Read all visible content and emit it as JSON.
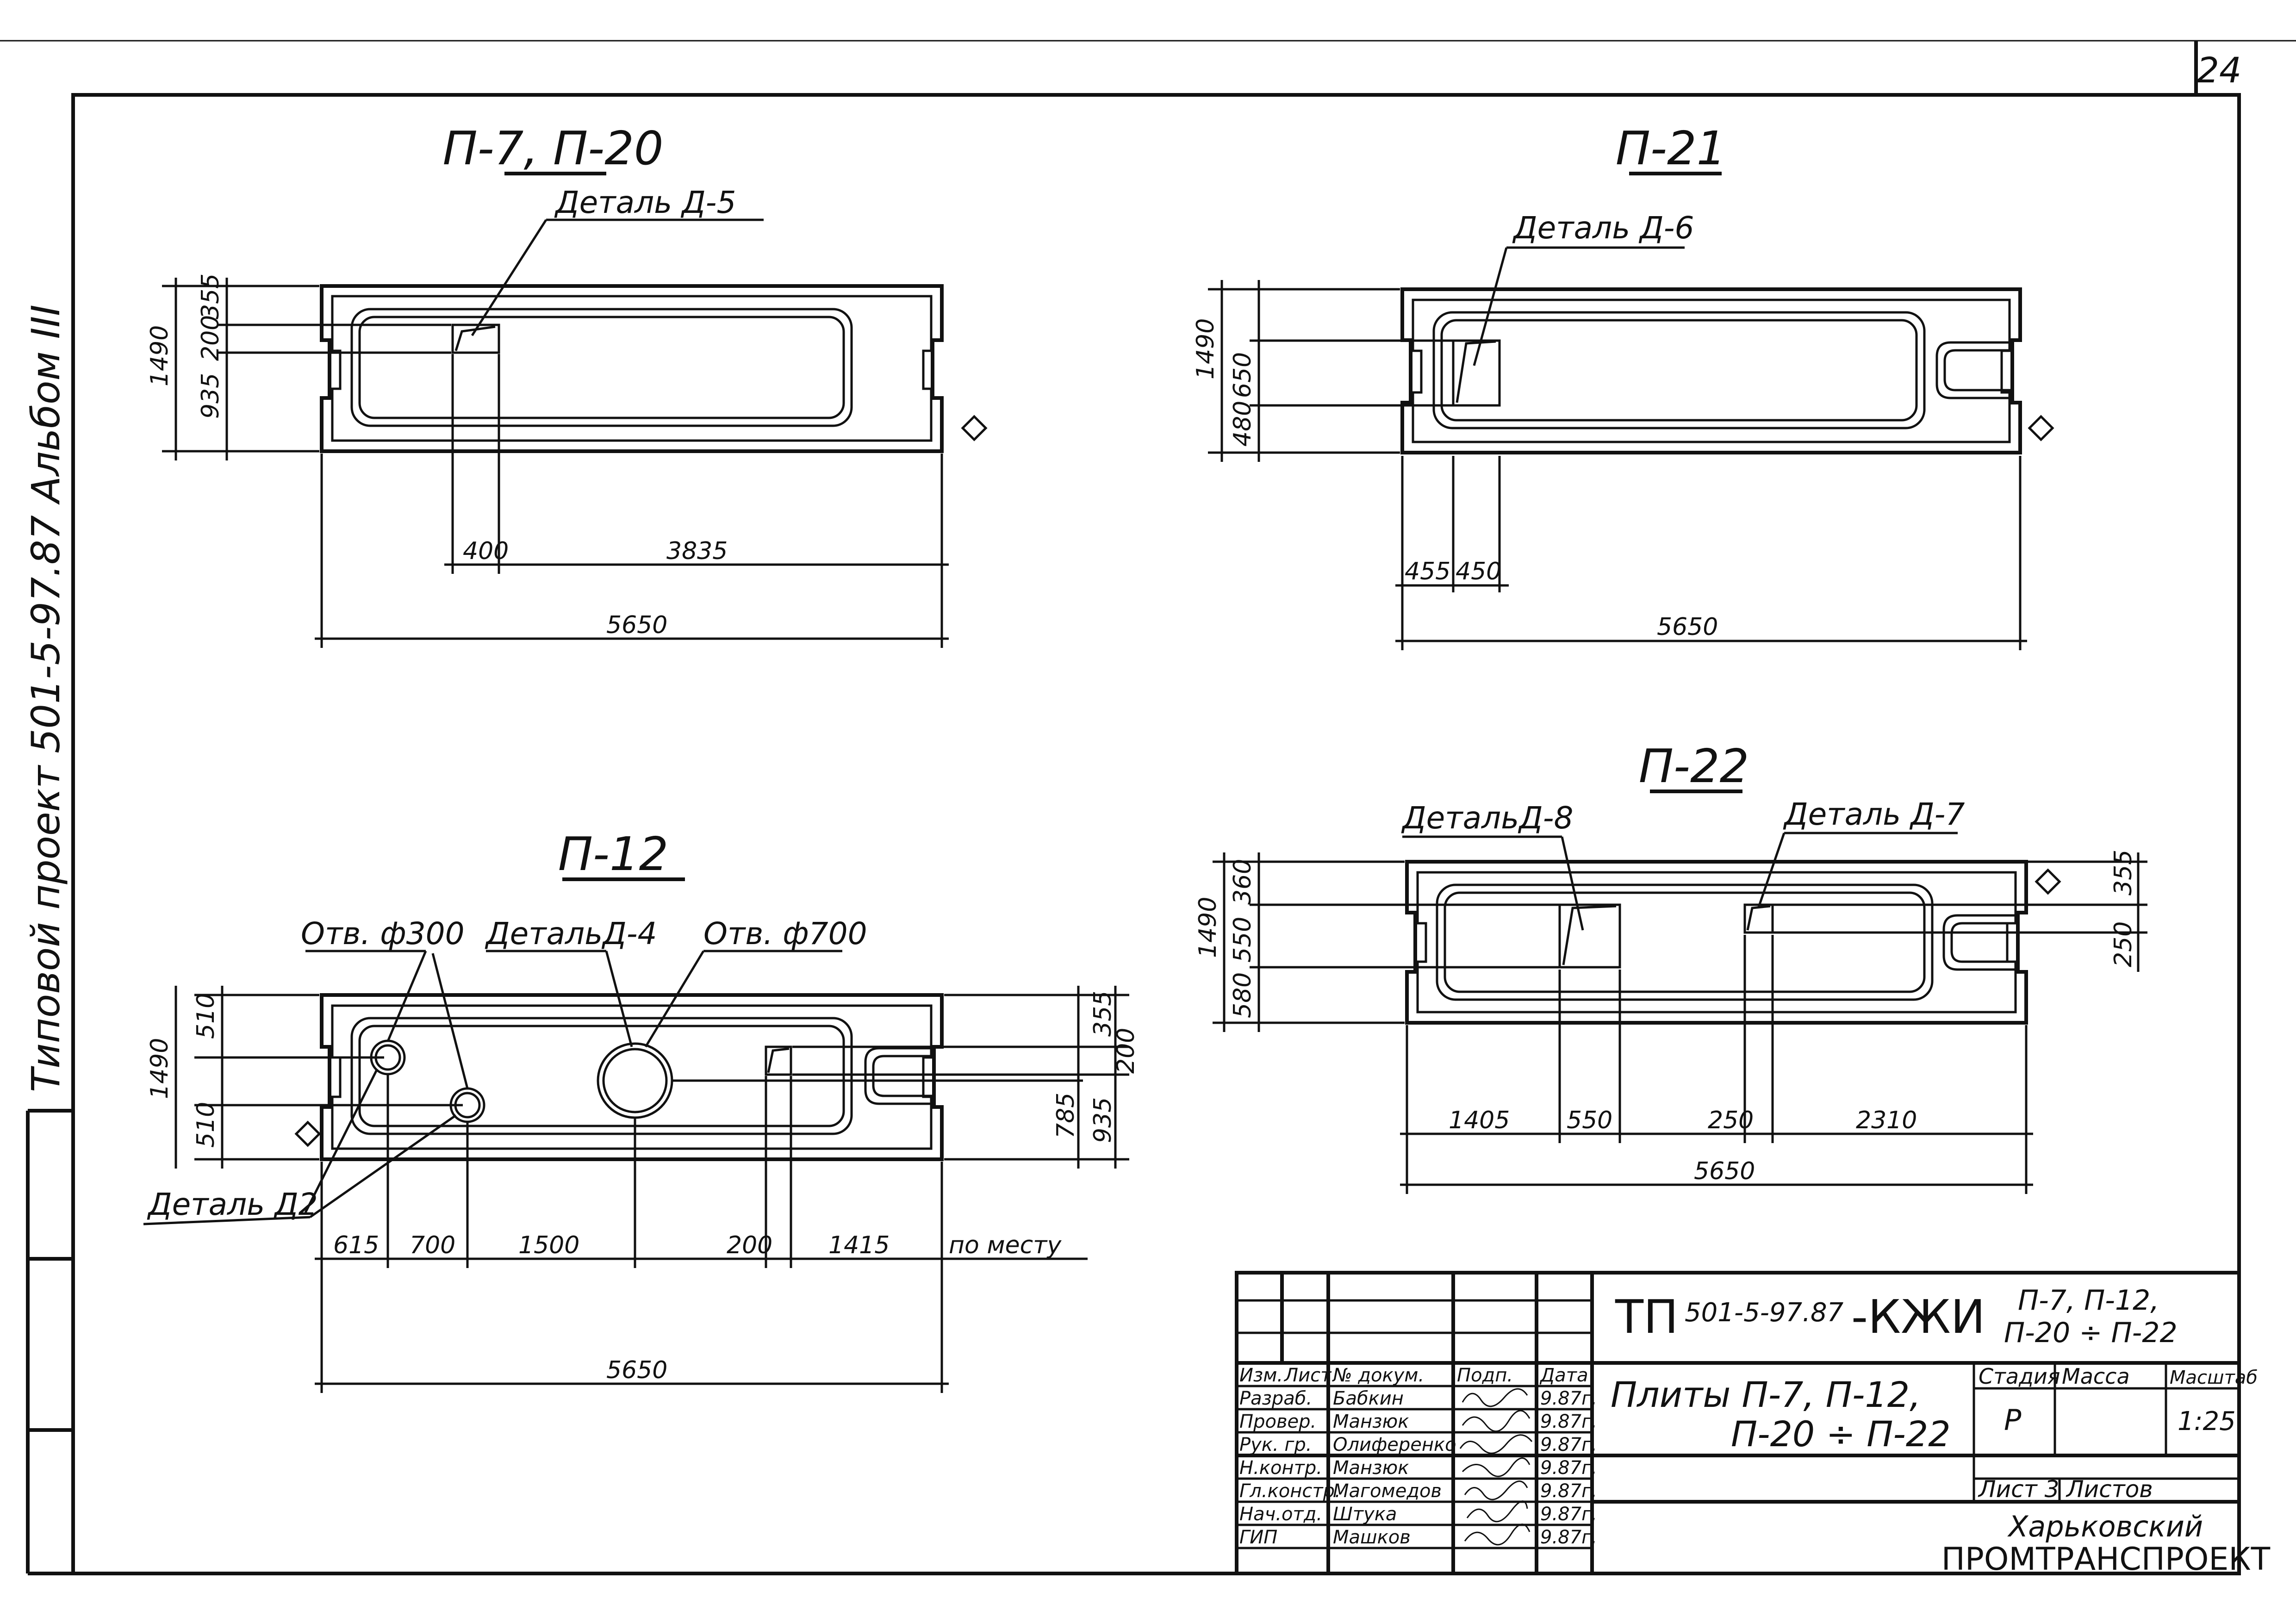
{
  "sheet": {
    "page_number": "24",
    "side_title": "Типовой проект 501-5-97.87 Альбом III"
  },
  "view_p7": {
    "title": "П-7, П-20",
    "callout": "Деталь Д-5",
    "dims_left": [
      "1490",
      "355",
      "200",
      "935"
    ],
    "dims_bottom": [
      "400",
      "3835",
      "5650"
    ]
  },
  "view_p21": {
    "title": "П-21",
    "callout": "Деталь Д-6",
    "dims_left": [
      "1490",
      "650",
      "480"
    ],
    "dims_bottom": [
      "455",
      "450",
      "5650"
    ]
  },
  "view_p12": {
    "title": "П-12",
    "callout_hole_small": "Отв. ф300",
    "callout_detail": "ДетальД-4",
    "callout_hole_large": "Отв. ф700",
    "callout_d2": "Деталь Д2",
    "dims_left": [
      "510",
      "1490",
      "510"
    ],
    "dims_right": [
      "355",
      "200",
      "785",
      "935"
    ],
    "dims_bottom": [
      "615",
      "700",
      "1500",
      "200",
      "1415",
      "по месту",
      "5650"
    ]
  },
  "view_p22": {
    "title": "П-22",
    "callout_d8": "ДетальД-8",
    "callout_d7": "Деталь Д-7",
    "dims_left": [
      "1490",
      "360",
      "550",
      "580"
    ],
    "dims_right": [
      "355",
      "250"
    ],
    "dims_bottom": [
      "1405",
      "550",
      "250",
      "2310",
      "5650"
    ]
  },
  "title_block": {
    "code_prefix": "ТП",
    "code": "501-5-97.87",
    "code_suffix": "-КЖИ",
    "code_sheets_1": "П-7, П-12,",
    "code_sheets_2": "П-20 ÷ П-22",
    "header": [
      "Изм.",
      "Лист",
      "№ докум.",
      "Подп.",
      "Дата"
    ],
    "rows": [
      {
        "role": "Разраб.",
        "name": "Бабкин",
        "date": "9.87г."
      },
      {
        "role": "Провер.",
        "name": "Манзюк",
        "date": "9.87г."
      },
      {
        "role": "Рук. гр.",
        "name": "Олиференко",
        "date": "9.87г."
      },
      {
        "role": "Н.контр.",
        "name": "Манзюк",
        "date": "9.87г."
      },
      {
        "role": "Гл.констр.",
        "name": "Магомедов",
        "date": "9.87г."
      },
      {
        "role": "Нач.отд.",
        "name": "Штука",
        "date": "9.87г."
      },
      {
        "role": "ГИП",
        "name": "Машков",
        "date": "9.87г."
      }
    ],
    "doc_title_1": "Плиты П-7, П-12,",
    "doc_title_2": "П-20 ÷ П-22",
    "stage_label": "Стадия",
    "mass_label": "Масса",
    "scale_label": "Масштаб",
    "stage": "Р",
    "scale": "1:25",
    "sheet_label": "Лист 3",
    "sheets_label": "Листов",
    "org_1": "Харьковский",
    "org_2": "ПРОМТРАНСПРОЕКТ"
  }
}
